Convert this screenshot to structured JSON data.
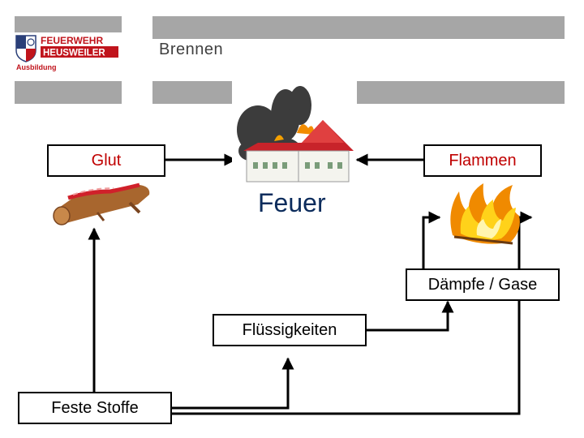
{
  "header": {
    "title": "Brennen",
    "logo": {
      "line1": "FEUERWEHR",
      "line2": "HEUSWEILER",
      "line3": "Ausbildung"
    }
  },
  "diagram": {
    "center_label": "Feuer",
    "nodes": {
      "glut": "Glut",
      "flammen": "Flammen",
      "daempfe": "Dämpfe / Gase",
      "fluessigkeiten": "Flüssigkeiten",
      "feste_stoffe": "Feste Stoffe"
    },
    "icons": [
      "burning-house-icon",
      "glowing-log-icon",
      "flames-icon"
    ]
  },
  "colors": {
    "bar": "#a6a6a6",
    "accent_red": "#c00000",
    "center_blue": "#0c2c5c",
    "logo_red": "#c0141c"
  }
}
